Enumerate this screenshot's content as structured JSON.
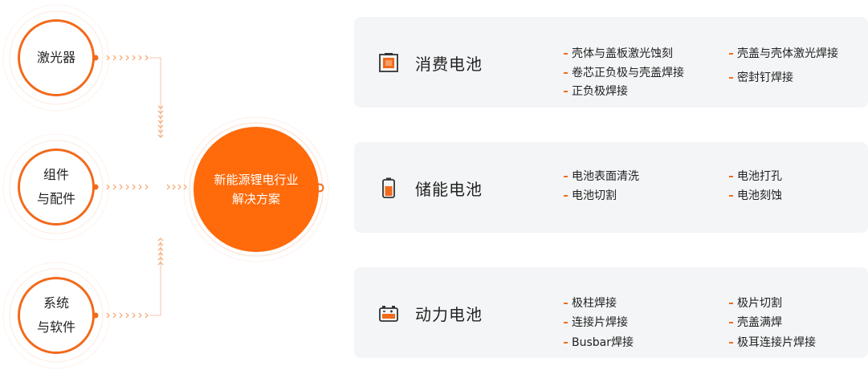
{
  "colors": {
    "accent": "#ff6a0a",
    "ring": "#f26a1b",
    "card_bg": "#f4f5f7"
  },
  "left_nodes": [
    {
      "lines": [
        "激光器"
      ]
    },
    {
      "lines": [
        "组件",
        "与配件"
      ]
    },
    {
      "lines": [
        "系统",
        "与软件"
      ]
    }
  ],
  "center": {
    "line1": "新能源锂电行业",
    "line2": "解决方案"
  },
  "cards": [
    {
      "title": "消费电池",
      "icon": "consumer-battery-icon",
      "left_items": [
        "壳体与盖板激光蚀刻",
        "卷芯正负极与壳盖焊接",
        "正负极焊接"
      ],
      "right_items": [
        "壳盖与壳体激光焊接",
        "密封钉焊接"
      ]
    },
    {
      "title": "储能电池",
      "icon": "storage-battery-icon",
      "left_items": [
        "电池表面清洗",
        "电池切割"
      ],
      "right_items": [
        "电池打孔",
        "电池刻蚀"
      ]
    },
    {
      "title": "动力电池",
      "icon": "power-battery-icon",
      "left_items": [
        "极柱焊接",
        "连接片焊接",
        "Busbar焊接"
      ],
      "right_items": [
        "极片切割",
        "壳盖满焊",
        "极耳连接片焊接"
      ]
    }
  ]
}
